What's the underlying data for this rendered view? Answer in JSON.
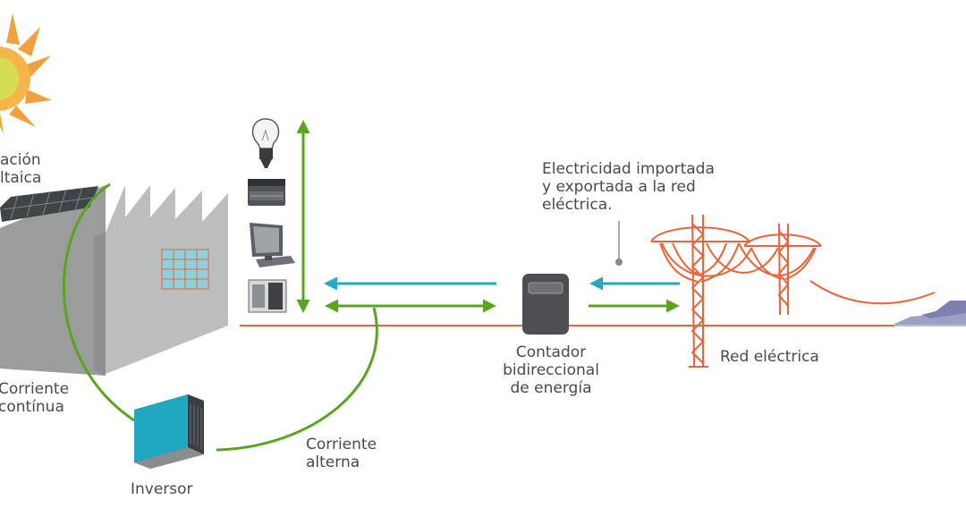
{
  "labels": {
    "pv_installation": "ación\nltaica",
    "direct_current": "Corriente\ncontínua",
    "inverter": "Inversor",
    "alternating_current": "Corriente\nalterna",
    "meter": "Contador\nbidireccional\nde energía",
    "grid": "Red eléctrica",
    "import_export": "Electricidad importada\ny exportada a la red\neléctrica."
  },
  "icons": [
    "sun-icon",
    "solar-panel-icon",
    "factory-icon",
    "light-bulb-icon",
    "appliance-icon",
    "monitor-icon",
    "computer-tower-icon",
    "inverter-icon",
    "energy-meter-icon",
    "power-tower-icon",
    "city-skyline-icon"
  ],
  "colors": {
    "green_flow": "#5aa51e",
    "blue_flow": "#25a9c3",
    "grid_line": "#e8643a",
    "tower": "#e8643a",
    "factory_wall": "#b7b9b9",
    "factory_window": "#7fcbd9",
    "inverter_screen": "#1fa8c0",
    "meter_body": "#4d4f53",
    "sun": "#f0a03c",
    "text": "#4a4a4a"
  }
}
